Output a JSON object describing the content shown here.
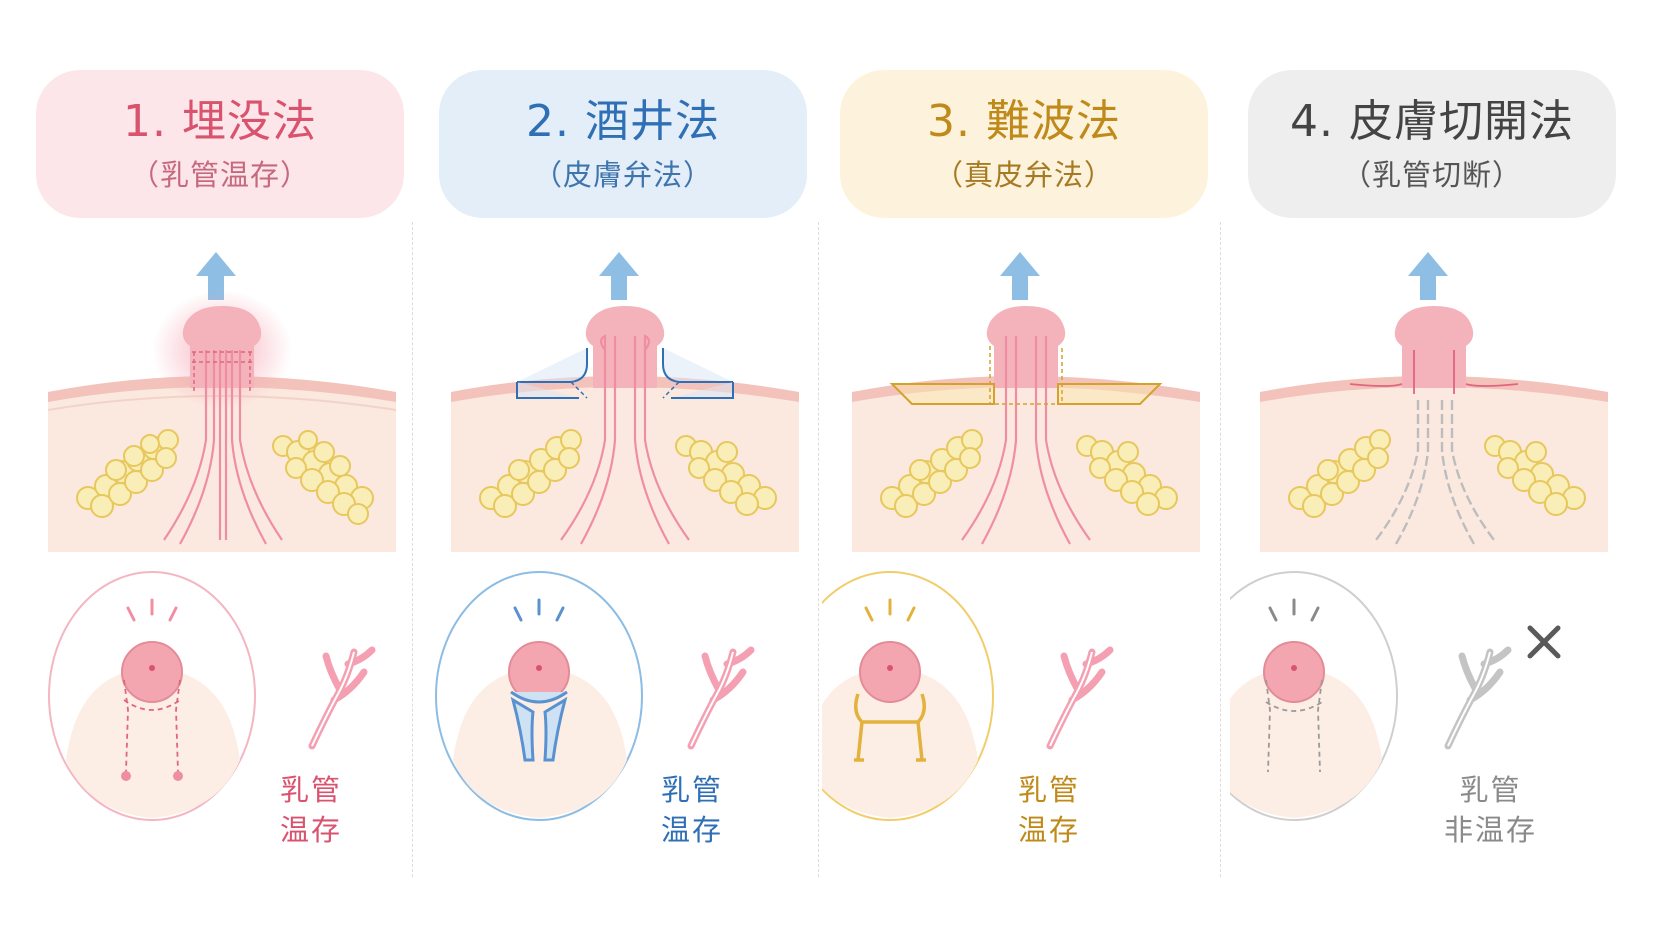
{
  "methods": [
    {
      "number": "1.",
      "name": "埋没法",
      "sub": "（乳管温存）",
      "label_line1": "乳管",
      "label_line2": "温存",
      "pill_bg": "#fde6ea",
      "accent": "#d9536e",
      "sub_color": "#c56a7e"
    },
    {
      "number": "2.",
      "name": "酒井法",
      "sub": "（皮膚弁法）",
      "label_line1": "乳管",
      "label_line2": "温存",
      "pill_bg": "#e3eef9",
      "accent": "#2f6fb5",
      "sub_color": "#3f74ad"
    },
    {
      "number": "3.",
      "name": "難波法",
      "sub": "（真皮弁法）",
      "label_line1": "乳管",
      "label_line2": "温存",
      "pill_bg": "#fdf3dc",
      "accent": "#c08a1a",
      "sub_color": "#a67a22"
    },
    {
      "number": "4.",
      "name": "皮膚切開法",
      "sub": "（乳管切断）",
      "label_line1": "乳管",
      "label_line2": "非温存",
      "pill_bg": "#eeeeee",
      "accent": "#444444",
      "sub_color": "#555555"
    }
  ],
  "colors": {
    "arrow": "#8ebee4",
    "skin_top": "#f3c3bb",
    "tissue": "#fbe9df",
    "nipple": "#f2a9b1",
    "fat": "#f7e7a6",
    "fat_stroke": "#e6c65a",
    "duct_pink": "#ef8ea3",
    "duct_gray": "#b9b9b9"
  },
  "icons": [
    "up-arrow-icon",
    "fat-lobule-icon",
    "milk-duct-icon",
    "cross-mark-icon",
    "radiating-lines-icon"
  ]
}
